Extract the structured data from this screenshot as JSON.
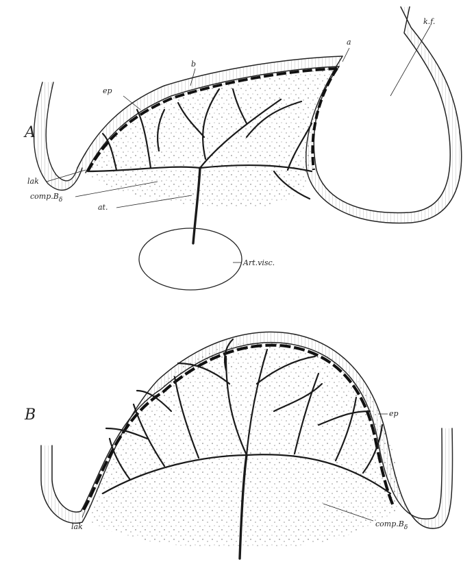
{
  "figure_a": {
    "panel_label": "A",
    "labels": {
      "ep": "ep",
      "b": "b",
      "a": "a",
      "kf": "k.f.",
      "lak": "lak",
      "comp": "comp.B",
      "comp_sub": "δ",
      "at": "at.",
      "art_visc": "Art.visc."
    }
  },
  "figure_b": {
    "panel_label": "B",
    "labels": {
      "ep": "ep",
      "lak": "lak",
      "comp": "comp.B",
      "comp_sub": "δ"
    }
  }
}
